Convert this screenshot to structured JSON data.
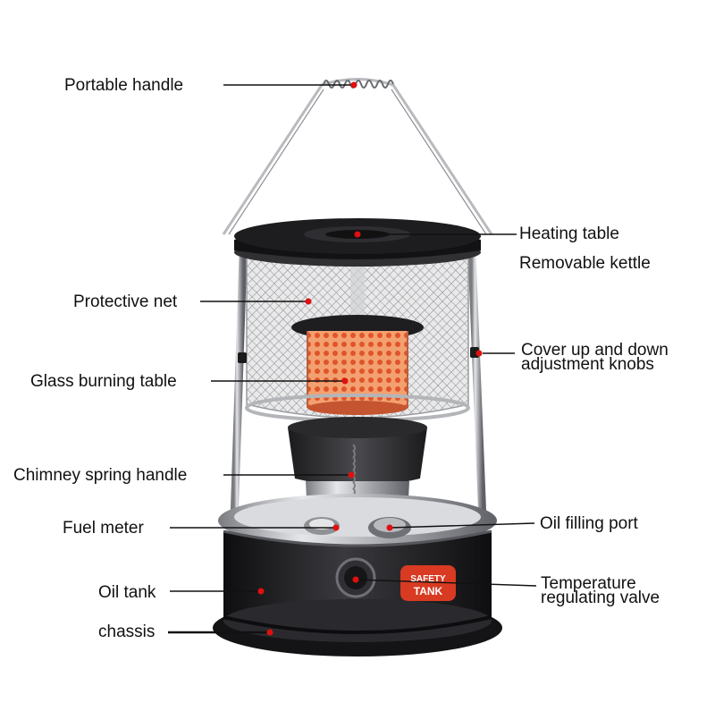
{
  "callouts": {
    "portable_handle": "Portable handle",
    "heating_table": "Heating table",
    "removable_kettle": "Removable kettle",
    "protective_net": "Protective net",
    "cover_knobs_line1": "Cover up and down",
    "cover_knobs_line2": "adjustment knobs",
    "glass_burning_table": "Glass burning table",
    "chimney_spring_handle": "Chimney spring handle",
    "fuel_meter": "Fuel meter",
    "oil_filling_port": "Oil filling port",
    "oil_tank": "Oil tank",
    "temperature_valve_line1": "Temperature",
    "temperature_valve_line2": "regulating valve",
    "chassis": "chassis"
  },
  "badge": {
    "line1": "SAFETY",
    "line2": "TANK"
  },
  "colors": {
    "accent_red": "#e01010",
    "badge_red": "#d83a22",
    "body_black": "#1c1c1e",
    "flame_orange": "#f08040"
  }
}
